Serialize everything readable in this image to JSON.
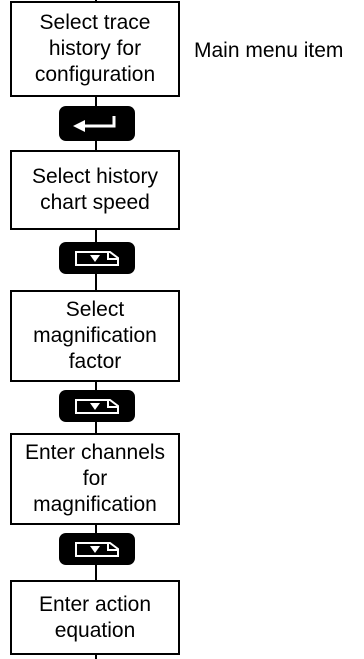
{
  "steps": [
    {
      "line1": "Select trace",
      "line2": "history for",
      "line3": "configuration"
    },
    {
      "line1": "Select history",
      "line2": "chart speed"
    },
    {
      "line1": "Select",
      "line2": "magnification",
      "line3": "factor"
    },
    {
      "line1": "Enter channels",
      "line2": "for",
      "line3": "magnification"
    },
    {
      "line1": "Enter action",
      "line2": "equation"
    }
  ],
  "side_label": "Main menu item",
  "keys": [
    "enter-key-icon",
    "page-down-key-icon",
    "page-down-key-icon",
    "page-down-key-icon"
  ],
  "colors": {
    "line": "#000000",
    "key_fill": "#000000",
    "background": "#ffffff"
  }
}
